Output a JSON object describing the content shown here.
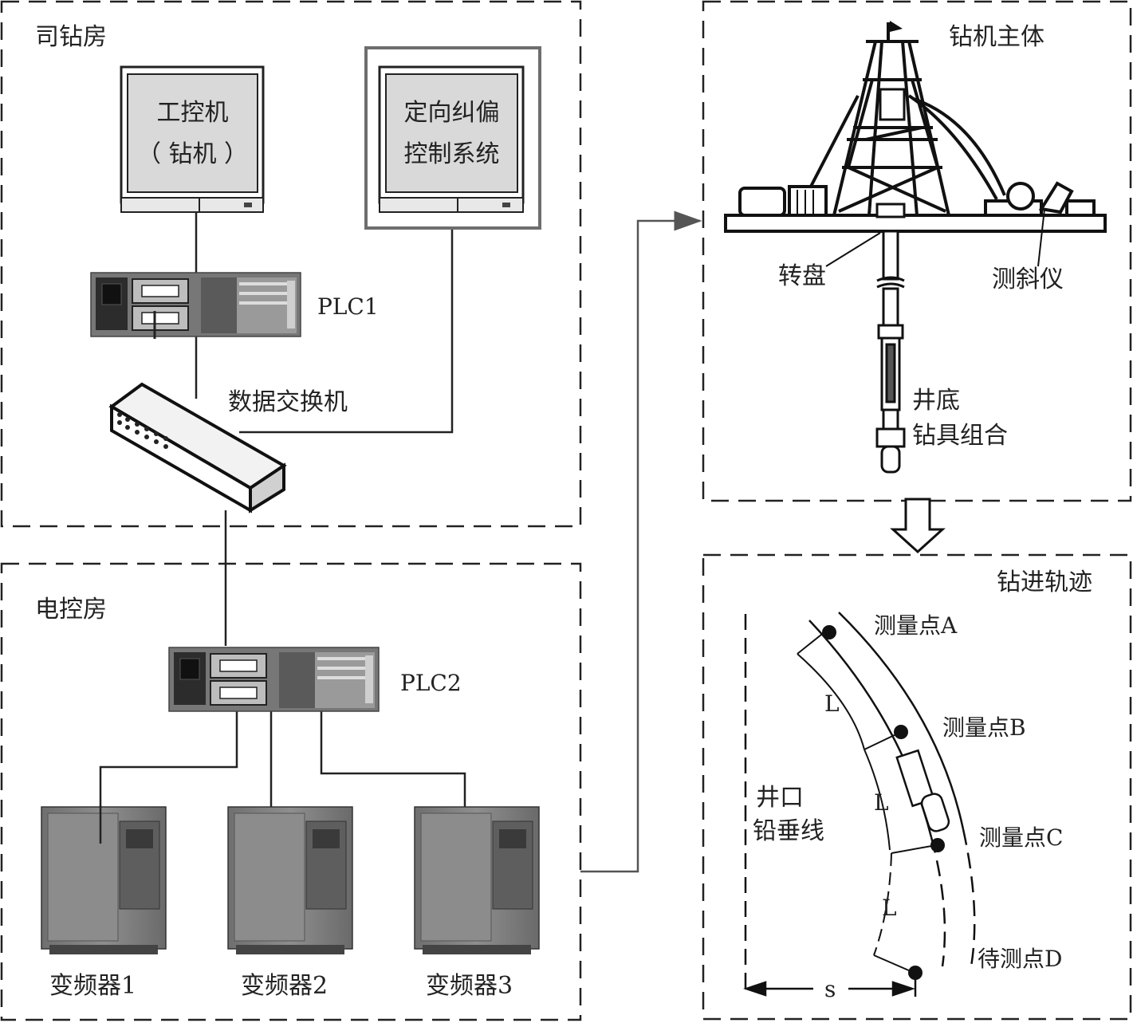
{
  "rooms": {
    "driller_room": "司钻房",
    "electric_room": "电控房",
    "rig_main": "钻机主体",
    "trajectory": "钻进轨迹"
  },
  "devices": {
    "ipc_line1": "工控机",
    "ipc_line2": "（ 钻机 ）",
    "orient_line1": "定向纠偏",
    "orient_line2": "控制系统",
    "plc1": "PLC1",
    "plc2": "PLC2",
    "switch": "数据交换机",
    "vfd1": "变频器1",
    "vfd2": "变频器2",
    "vfd3": "变频器3"
  },
  "rig": {
    "turntable": "转盘",
    "inclinometer": "测斜仪",
    "bha_line1": "井底",
    "bha_line2": "钻具组合"
  },
  "trajectory_labels": {
    "point_a": "测量点A",
    "point_b": "测量点B",
    "point_c": "测量点C",
    "point_d": "待测点D",
    "segment_l": "L",
    "vertical_line1": "井口",
    "vertical_line2": "铅垂线",
    "offset_s": "s"
  },
  "colors": {
    "line": "#222222",
    "device_gray": "#8a8a8a",
    "screen_fill": "#d9d9d9",
    "frame_gray": "#6e6e6e"
  }
}
